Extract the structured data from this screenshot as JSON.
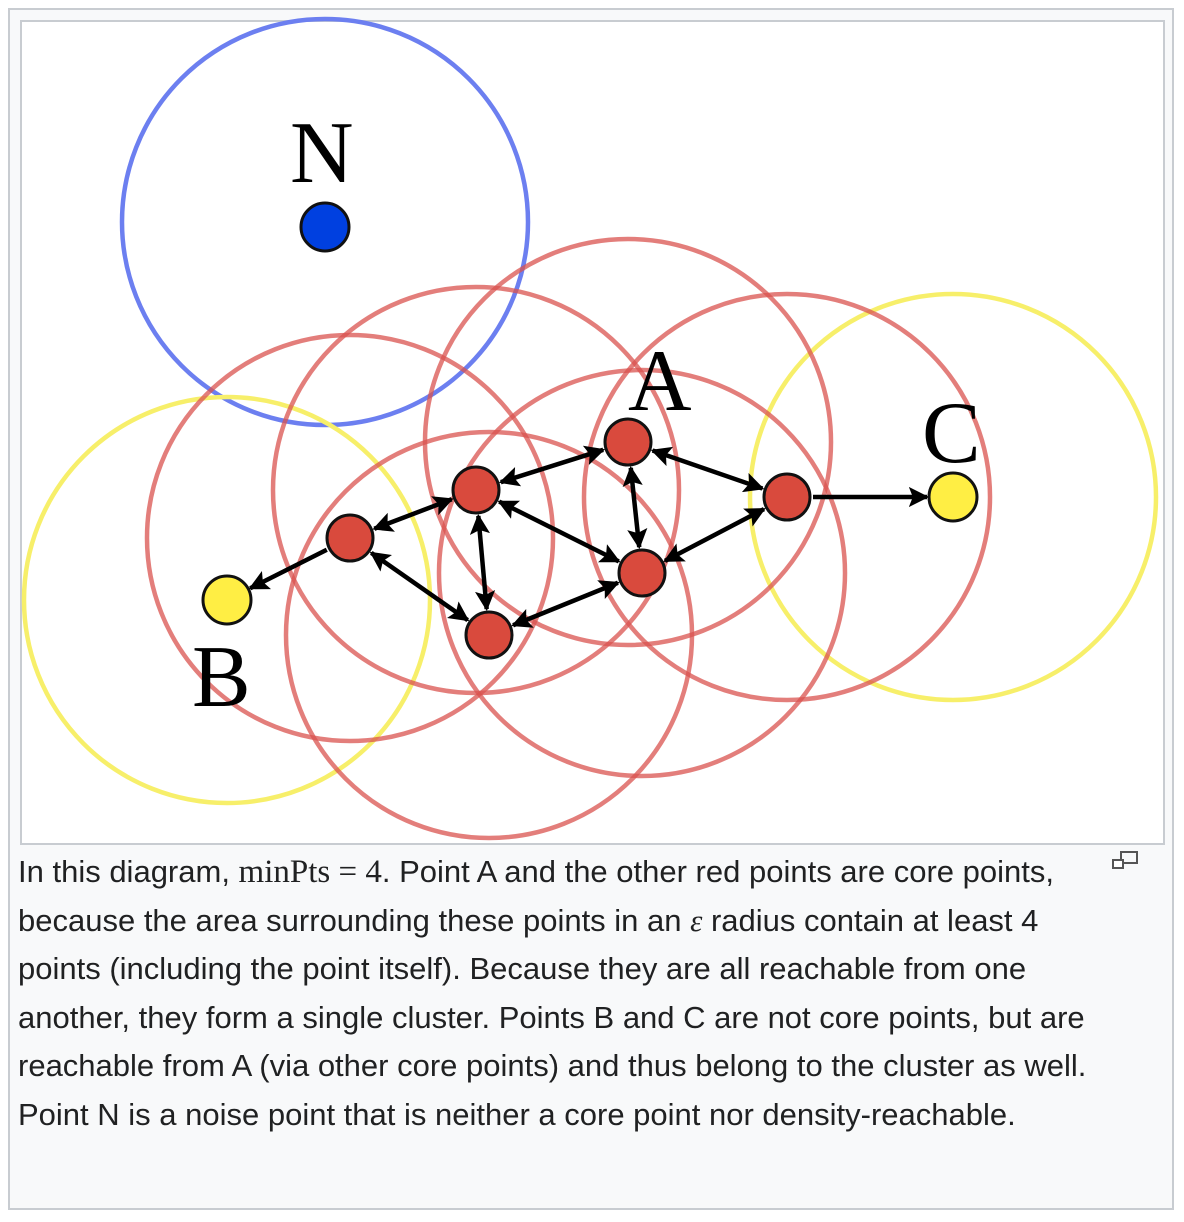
{
  "diagram": {
    "labels": {
      "N": "N",
      "A": "A",
      "B": "B",
      "C": "C"
    },
    "colors": {
      "core": "#d94a3d",
      "border": "#ffee44",
      "noise": "#0040e0",
      "core_ring": "#d9534f",
      "border_ring": "#f7ef6a",
      "noise_ring": "#6c7ff0"
    }
  },
  "caption": {
    "p1": "In this diagram, ",
    "minpts": "minPts",
    "eq": " = 4",
    "p2": ". Point A and the other red points are core points, because the area surrounding these points in an ",
    "epsilon": "ε",
    "p3": " radius contain at least 4 points (including the point itself). Because they are all reachable from one another, they form a single cluster. Points B and C are not core points, but are reachable from A (via other core points) and thus belong to the cluster as well. Point N is a noise point that is neither a core point nor density-reachable."
  }
}
